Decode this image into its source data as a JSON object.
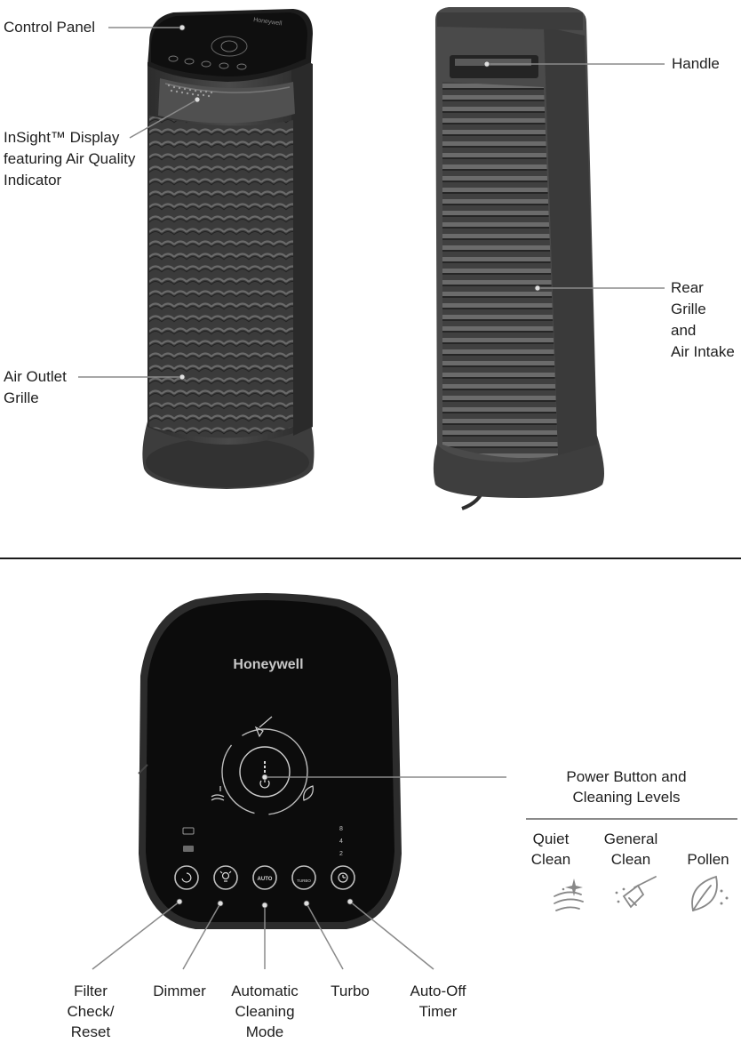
{
  "callouts_top": {
    "control_panel": [
      "Control Panel"
    ],
    "insight_display": [
      "InSight™ Display",
      "featuring Air Quality",
      "Indicator"
    ],
    "air_outlet": [
      "Air Outlet",
      "Grille"
    ],
    "handle": [
      "Handle"
    ],
    "rear_grille": [
      "Rear Grille",
      "and",
      "Air Intake"
    ]
  },
  "control_panel": {
    "brand": "Honeywell",
    "auto_button_label": "AUTO",
    "turbo_button_label": "TURBO",
    "timer_levels": [
      "8",
      "4",
      "2"
    ]
  },
  "power_legend": {
    "title": [
      "Power Button and",
      "Cleaning Levels"
    ],
    "levels": [
      {
        "label": [
          "Quiet",
          "Clean"
        ],
        "icon": "quiet-clean-icon"
      },
      {
        "label": [
          "General",
          "Clean"
        ],
        "icon": "general-clean-icon"
      },
      {
        "label": [
          "Pollen"
        ],
        "icon": "pollen-icon"
      }
    ]
  },
  "callouts_bottom": {
    "filter": [
      "Filter",
      "Check/",
      "Reset"
    ],
    "dimmer": [
      "Dimmer"
    ],
    "auto": [
      "Automatic",
      "Cleaning",
      "Mode"
    ],
    "turbo": [
      "Turbo"
    ],
    "timer": [
      "Auto-",
      "Off",
      "Timer"
    ]
  }
}
